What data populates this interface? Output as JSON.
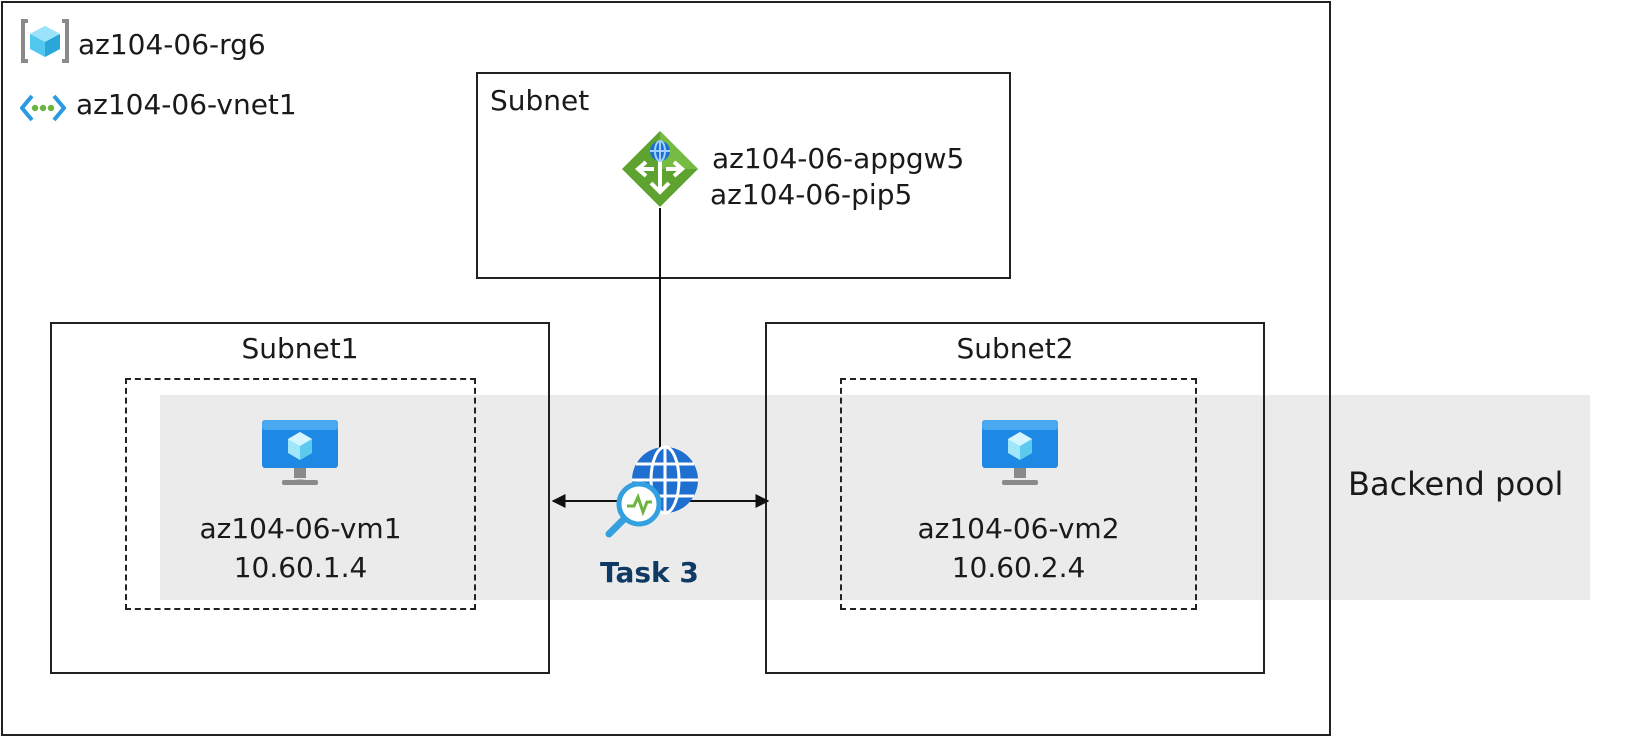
{
  "resource_group": {
    "name": "az104-06-rg6",
    "icon": "resource-group-icon"
  },
  "vnet": {
    "name": "az104-06-vnet1",
    "icon": "virtual-network-icon"
  },
  "gateway_subnet": {
    "label": "Subnet",
    "appgw_name": "az104-06-appgw5",
    "pip_name": "az104-06-pip5",
    "icon": "application-gateway-icon"
  },
  "subnet1": {
    "label": "Subnet1",
    "vm": {
      "name": "az104-06-vm1",
      "ip": "10.60.1.4",
      "icon": "virtual-machine-icon"
    }
  },
  "subnet2": {
    "label": "Subnet2",
    "vm": {
      "name": "az104-06-vm2",
      "ip": "10.60.2.4",
      "icon": "virtual-machine-icon"
    }
  },
  "backend_pool": {
    "label": "Backend pool"
  },
  "task": {
    "label": "Task 3",
    "icon": "network-watcher-icon"
  },
  "colors": {
    "pool_band": "#ebebeb",
    "task_text": "#0f3a63",
    "appgw_green": "#5ea32f",
    "vm_blue": "#1e88e5"
  }
}
